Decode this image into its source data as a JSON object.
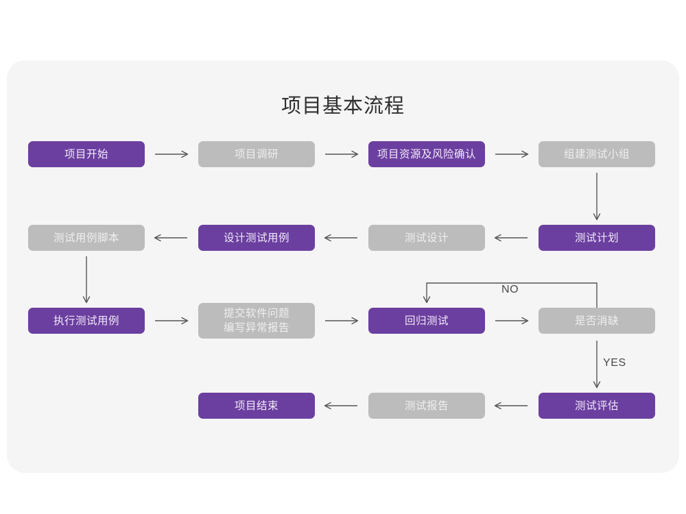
{
  "page": {
    "title": "项目基本流程",
    "background_color": "#ffffff",
    "card_color": "#f5f5f5"
  },
  "colors": {
    "purple": "#6b3fa0",
    "purple_text": "#f2eaf8",
    "gray": "#bcbcbc",
    "gray_text": "#efefef",
    "connector": "#555555",
    "title_text": "#2f2f2f"
  },
  "flow": {
    "nodes": [
      {
        "id": "n1",
        "label": "项目开始",
        "style": "purple",
        "row": 1,
        "col": 1
      },
      {
        "id": "n2",
        "label": "项目调研",
        "style": "gray",
        "row": 1,
        "col": 2
      },
      {
        "id": "n3",
        "label": "项目资源及风险确认",
        "style": "purple",
        "row": 1,
        "col": 3
      },
      {
        "id": "n4",
        "label": "组建测试小组",
        "style": "gray",
        "row": 1,
        "col": 4
      },
      {
        "id": "n5",
        "label": "测试用例脚本",
        "style": "gray",
        "row": 2,
        "col": 1
      },
      {
        "id": "n6",
        "label": "设计测试用例",
        "style": "purple",
        "row": 2,
        "col": 2
      },
      {
        "id": "n7",
        "label": "测试设计",
        "style": "gray",
        "row": 2,
        "col": 3
      },
      {
        "id": "n8",
        "label": "测试计划",
        "style": "purple",
        "row": 2,
        "col": 4
      },
      {
        "id": "n9",
        "label": "执行测试用例",
        "style": "purple",
        "row": 3,
        "col": 1
      },
      {
        "id": "n10",
        "label": "提交软件问题\n编写异常报告",
        "style": "gray",
        "row": 3,
        "col": 2
      },
      {
        "id": "n11",
        "label": "回归测试",
        "style": "purple",
        "row": 3,
        "col": 3
      },
      {
        "id": "n12",
        "label": "是否消缺",
        "style": "gray",
        "row": 3,
        "col": 4
      },
      {
        "id": "n13",
        "label": "项目结束",
        "style": "purple",
        "row": 4,
        "col": 2
      },
      {
        "id": "n14",
        "label": "测试报告",
        "style": "gray",
        "row": 4,
        "col": 3
      },
      {
        "id": "n15",
        "label": "测试评估",
        "style": "purple",
        "row": 4,
        "col": 4
      }
    ],
    "edge_labels": {
      "no": "NO",
      "yes": "YES"
    }
  }
}
